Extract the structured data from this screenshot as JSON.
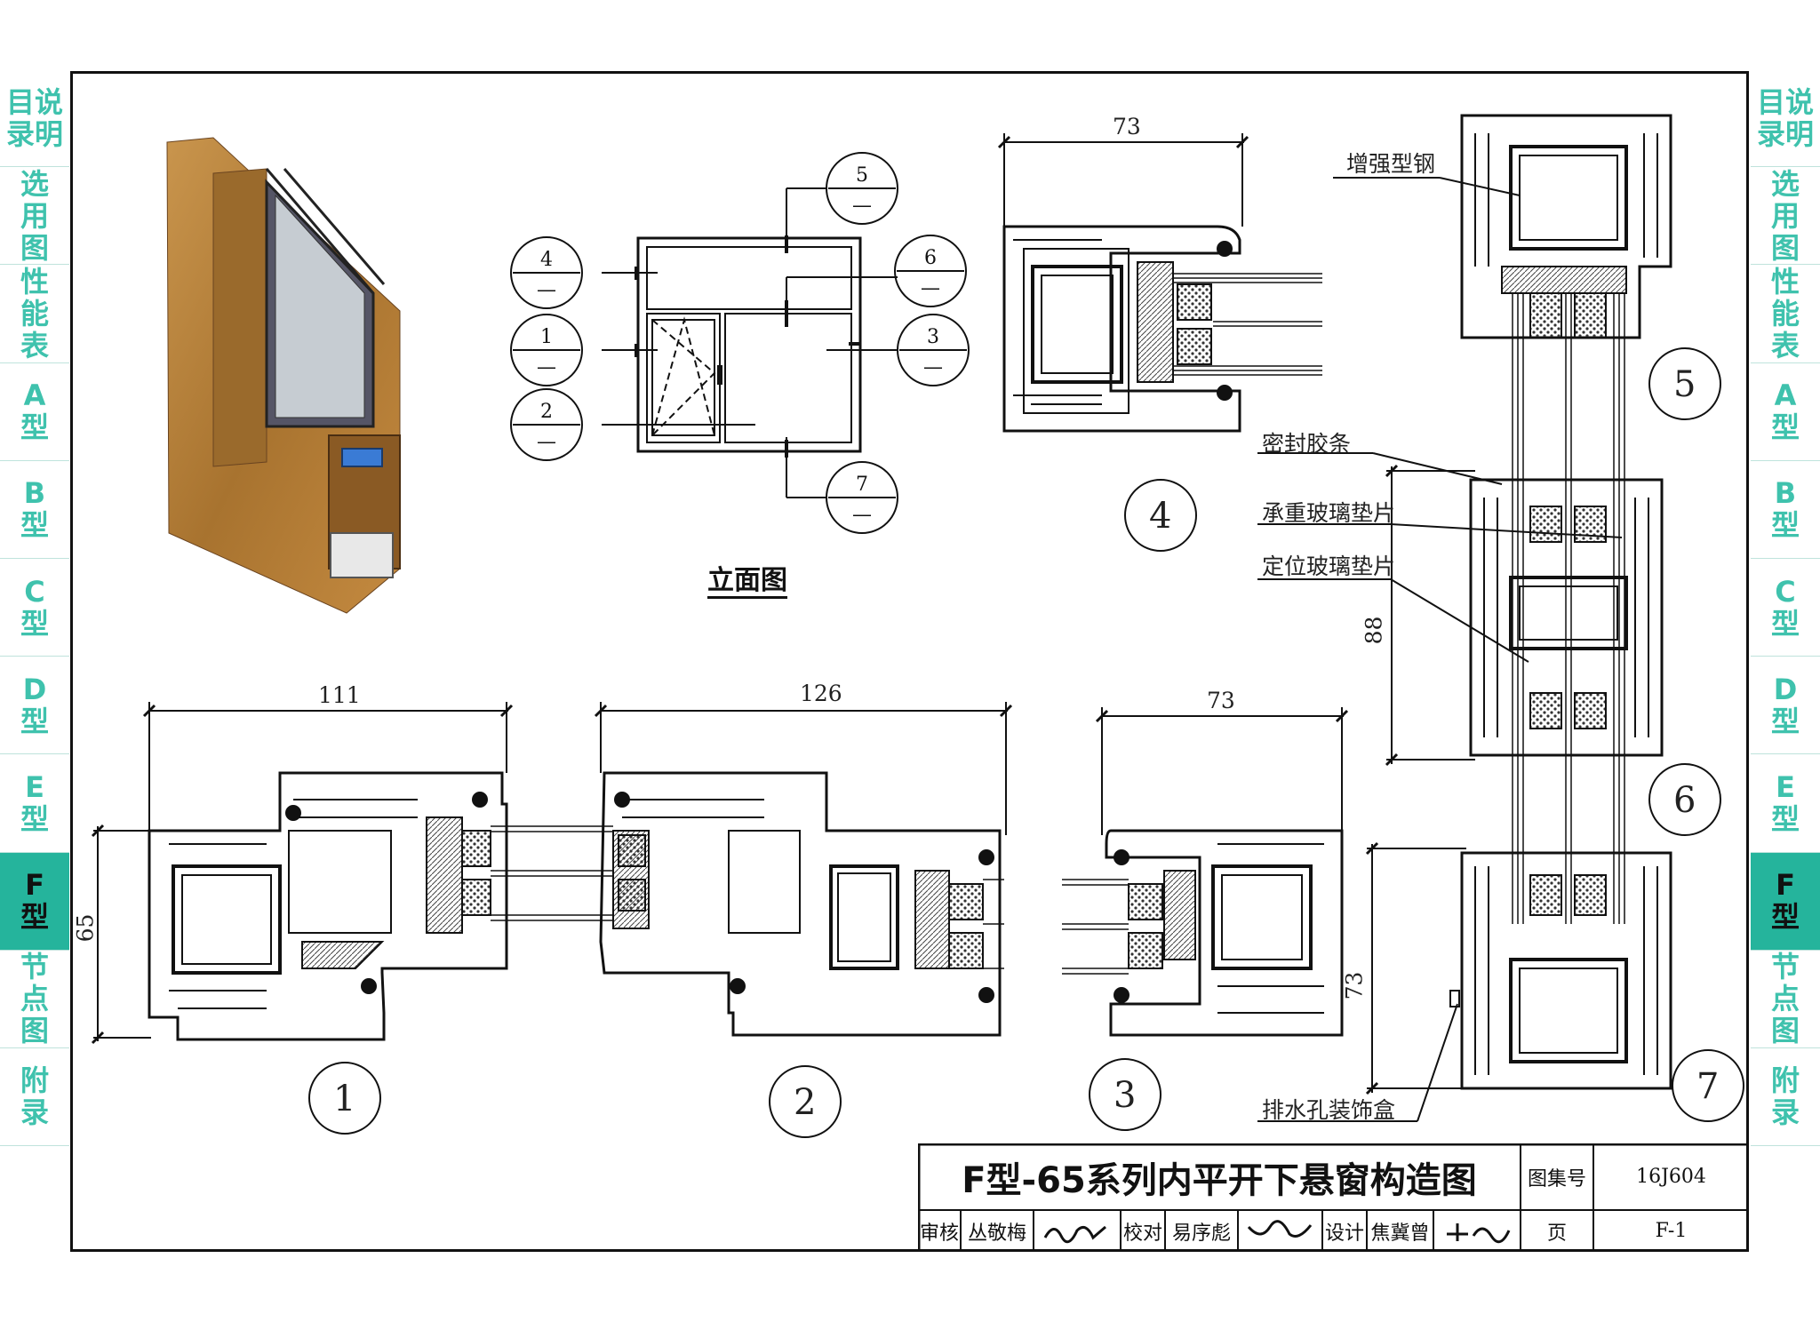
{
  "side_tabs": [
    {
      "label": "目说\n录明",
      "active": false
    },
    {
      "label": "选\n用\n图",
      "active": false
    },
    {
      "label": "性\n能\n表",
      "active": false
    },
    {
      "label": "A\n型",
      "active": false
    },
    {
      "label": "B\n型",
      "active": false
    },
    {
      "label": "C\n型",
      "active": false
    },
    {
      "label": "D\n型",
      "active": false
    },
    {
      "label": "E\n型",
      "active": false
    },
    {
      "label": "F\n型",
      "active": true
    },
    {
      "label": "节\n点\n图",
      "active": false
    },
    {
      "label": "附\n录",
      "active": false
    }
  ],
  "elevation": {
    "title": "立面图",
    "markers": [
      {
        "num": "5",
        "sub": "—"
      },
      {
        "num": "4",
        "sub": "—"
      },
      {
        "num": "6",
        "sub": "—"
      },
      {
        "num": "1",
        "sub": "—"
      },
      {
        "num": "3",
        "sub": "—"
      },
      {
        "num": "2",
        "sub": "—"
      },
      {
        "num": "7",
        "sub": "—"
      }
    ]
  },
  "dimensions": {
    "d4_width": "73",
    "d1_width": "111",
    "d2_width": "126",
    "d3_width": "73",
    "height_left": "65",
    "height_right_top": "88",
    "height_right_bottom": "73"
  },
  "section_labels": [
    "1",
    "2",
    "3",
    "4",
    "5",
    "6",
    "7"
  ],
  "callouts": {
    "steel": "增强型钢",
    "seal": "密封胶条",
    "bearing_pad": "承重玻璃垫片",
    "locating_pad": "定位玻璃垫片",
    "drain": "排水孔装饰盒"
  },
  "title_block": {
    "title": "F型-65系列内平开下悬窗构造图",
    "atlas_label": "图集号",
    "atlas_no": "16J604",
    "page_label": "页",
    "page_no": "F-1",
    "review_label": "审核",
    "reviewer": "丛敬梅",
    "check_label": "校对",
    "checker": "易序彪",
    "design_label": "设计",
    "designer": "焦冀曾",
    "reviewer_sign": "丛敬梅",
    "checker_sign": "易序彪",
    "designer_sign": "焦冀曾"
  },
  "colors": {
    "tab_text": "#3fc2ad",
    "tab_active_bg": "#25b49c",
    "wood": "#b9843f"
  }
}
